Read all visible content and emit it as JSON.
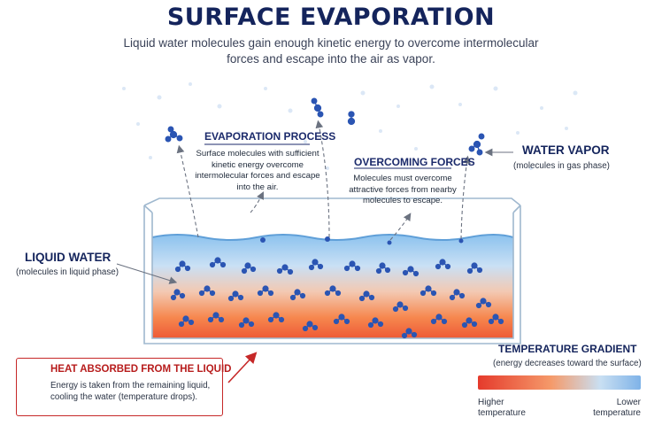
{
  "title": "SURFACE EVAPORATION",
  "subtitle": "Liquid water molecules gain enough kinetic energy to overcome intermolecular forces and escape into the air as vapor.",
  "evaporation_process": {
    "title": "EVAPORATION PROCESS",
    "text": "Surface molecules with sufficient kinetic energy overcome intermolecular forces and escape into the air."
  },
  "overcoming_forces": {
    "title": "OVERCOMING FORCES",
    "text": "Molecules must overcome attractive forces from nearby molecules to escape."
  },
  "water_vapor": {
    "title": "WATER VAPOR",
    "subtitle": "(molecules in gas phase)"
  },
  "liquid_water": {
    "title": "LIQUID WATER",
    "subtitle": "(molecules in liquid phase)"
  },
  "heat": {
    "title": "HEAT ABSORBED FROM THE LIQUID",
    "text": "Energy is taken from the remaining liquid, cooling the water (temperature drops)."
  },
  "temperature_gradient": {
    "title": "TEMPERATURE GRADIENT",
    "subtitle": "(energy decreases toward the surface)",
    "higher_label": "Higher temperature",
    "lower_label": "Lower temperature"
  },
  "colors": {
    "title": "#14245c",
    "hot": "#e53a2c",
    "cold": "#7fb3e8",
    "molecule": "#2b55b3",
    "heat_accent": "#c62828"
  }
}
